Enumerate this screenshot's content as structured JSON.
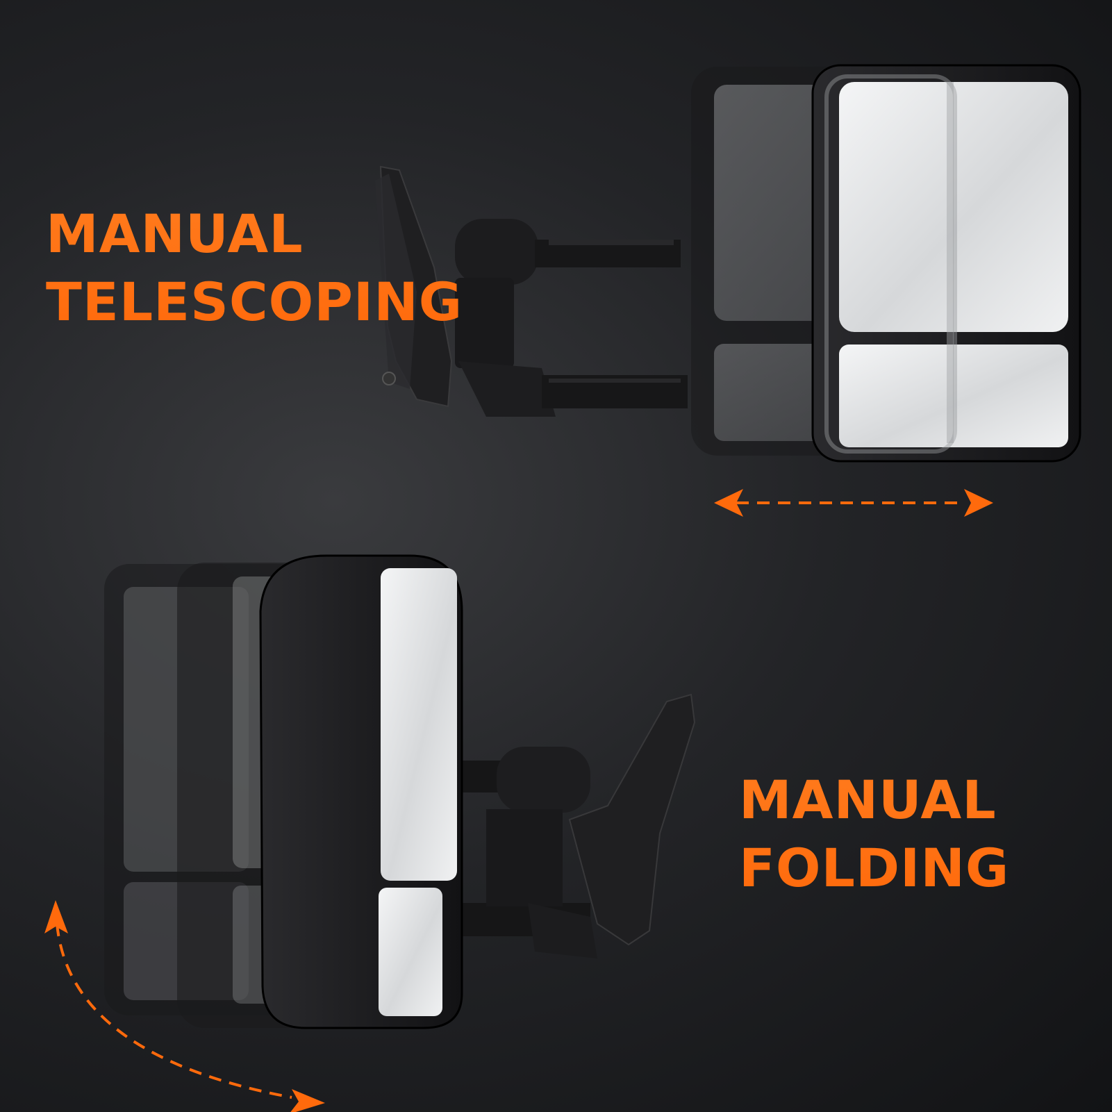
{
  "headings": {
    "telescoping": {
      "line1": "MANUAL",
      "line2": "TELESCOPING"
    },
    "folding": {
      "line1": "MANUAL",
      "line2": "FOLDING"
    }
  },
  "colors": {
    "background": "#222326",
    "accent_orange": "#ff6a0c",
    "mirror_housing": "#1b1b1d",
    "mirror_glass": "#e8e9ea"
  },
  "icons": {
    "telescoping_motion": "double-headed-dashed-arrow-horizontal",
    "folding_motion": "curved-dashed-arrow-rotate"
  }
}
